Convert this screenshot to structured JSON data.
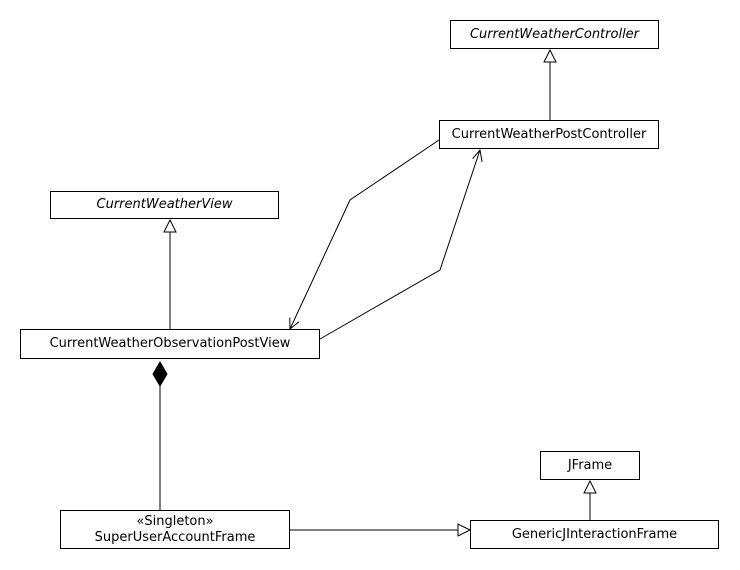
{
  "diagram": {
    "classes": {
      "current_weather_controller": {
        "name": "CurrentWeatherController",
        "abstract": true
      },
      "current_weather_post_controller": {
        "name": "CurrentWeatherPostController",
        "abstract": false
      },
      "current_weather_view": {
        "name": "CurrentWeatherView",
        "abstract": true
      },
      "current_weather_observation_post_view": {
        "name": "CurrentWeatherObservationPostView",
        "abstract": false
      },
      "jframe": {
        "name": "JFrame",
        "abstract": false
      },
      "super_user_account_frame": {
        "stereotype": "«Singleton»",
        "name": "SuperUserAccountFrame",
        "abstract": false
      },
      "generic_j_interaction_frame": {
        "name": "GenericJInteractionFrame",
        "abstract": false
      }
    },
    "relationships": [
      {
        "type": "generalization",
        "from": "CurrentWeatherPostController",
        "to": "CurrentWeatherController"
      },
      {
        "type": "generalization",
        "from": "CurrentWeatherObservationPostView",
        "to": "CurrentWeatherView"
      },
      {
        "type": "association",
        "from": "CurrentWeatherPostController",
        "to": "CurrentWeatherObservationPostView",
        "navigable": true
      },
      {
        "type": "association",
        "from": "CurrentWeatherObservationPostView",
        "to": "CurrentWeatherPostController",
        "navigable": true
      },
      {
        "type": "composition",
        "whole": "CurrentWeatherObservationPostView",
        "part": "SuperUserAccountFrame"
      },
      {
        "type": "generalization",
        "from": "SuperUserAccountFrame",
        "to": "GenericJInteractionFrame"
      },
      {
        "type": "generalization",
        "from": "GenericJInteractionFrame",
        "to": "JFrame"
      }
    ]
  }
}
